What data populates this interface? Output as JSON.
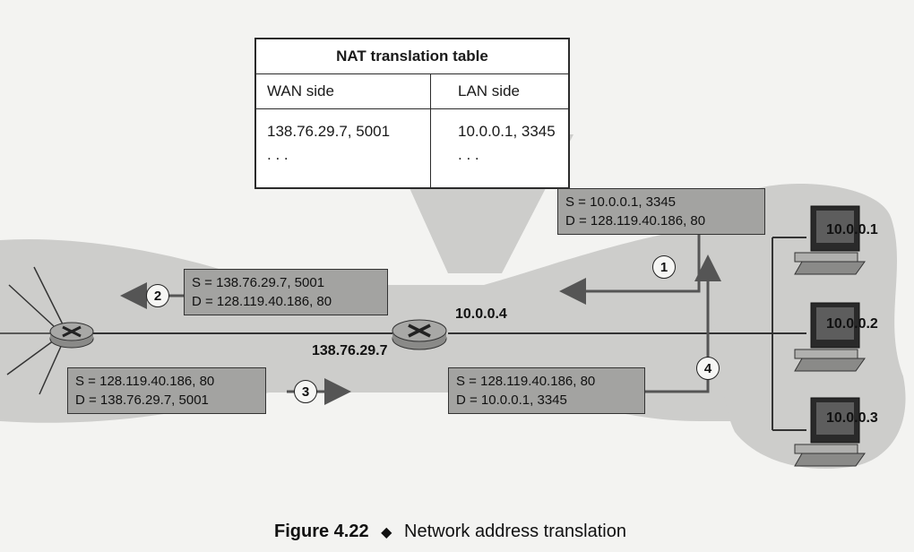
{
  "nat_table": {
    "title": "NAT translation table",
    "wan_header": "WAN side",
    "lan_header": "LAN side",
    "wan_value": "138.76.29.7, 5001",
    "lan_value": "10.0.0.1, 3345",
    "wan_more": ". . .",
    "lan_more": ". . ."
  },
  "packets": {
    "p1": {
      "src": "S = 10.0.0.1, 3345",
      "dst": "D = 128.119.40.186, 80"
    },
    "p2": {
      "src": "S = 138.76.29.7, 5001",
      "dst": "D = 128.119.40.186, 80"
    },
    "p3": {
      "src": "S = 128.119.40.186, 80",
      "dst": "D = 138.76.29.7, 5001"
    },
    "p4": {
      "src": "S = 128.119.40.186, 80",
      "dst": "D = 10.0.0.1, 3345"
    }
  },
  "steps": [
    "1",
    "2",
    "3",
    "4"
  ],
  "addresses": {
    "router_lan": "10.0.0.4",
    "router_wan": "138.76.29.7",
    "host1": "10.0.0.1",
    "host2": "10.0.0.2",
    "host3": "10.0.0.3"
  },
  "caption": {
    "figure": "Figure 4.22",
    "text": "Network address translation"
  },
  "colors": {
    "cloud": "#cdcdcb",
    "packet": "#a3a3a1",
    "line": "#333333",
    "arrow": "#555555"
  }
}
